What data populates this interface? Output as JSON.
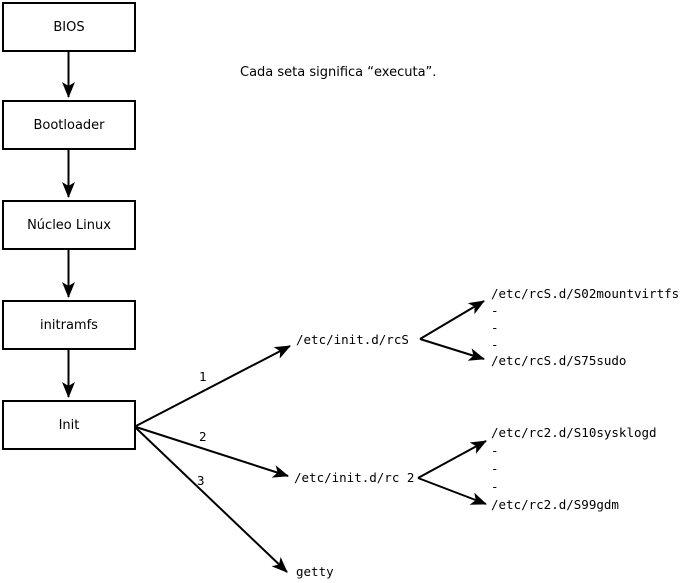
{
  "caption": "Cada seta significa “executa”.",
  "boxes": [
    {
      "label": "BIOS"
    },
    {
      "label": "Bootloader"
    },
    {
      "label": "Núcleo Linux"
    },
    {
      "label": "initramfs"
    },
    {
      "label": "Init"
    }
  ],
  "branches": [
    {
      "number": "1",
      "target": "/etc/init.d/rcS"
    },
    {
      "number": "2",
      "target": "/etc/init.d/rc 2"
    },
    {
      "number": "3",
      "target": "getty"
    }
  ],
  "rcS_scripts": {
    "first": "/etc/rcS.d/S02mountvirtfs",
    "dots": [
      "-",
      "-",
      "-"
    ],
    "last": "/etc/rcS.d/S75sudo"
  },
  "rc2_scripts": {
    "first": "/etc/rc2.d/S10sysklogd",
    "dots": [
      "-",
      "-",
      "-"
    ],
    "last": "/etc/rc2.d/S99gdm"
  },
  "colors": {
    "background": "#ffffff",
    "line": "#000000",
    "text": "#000000"
  }
}
